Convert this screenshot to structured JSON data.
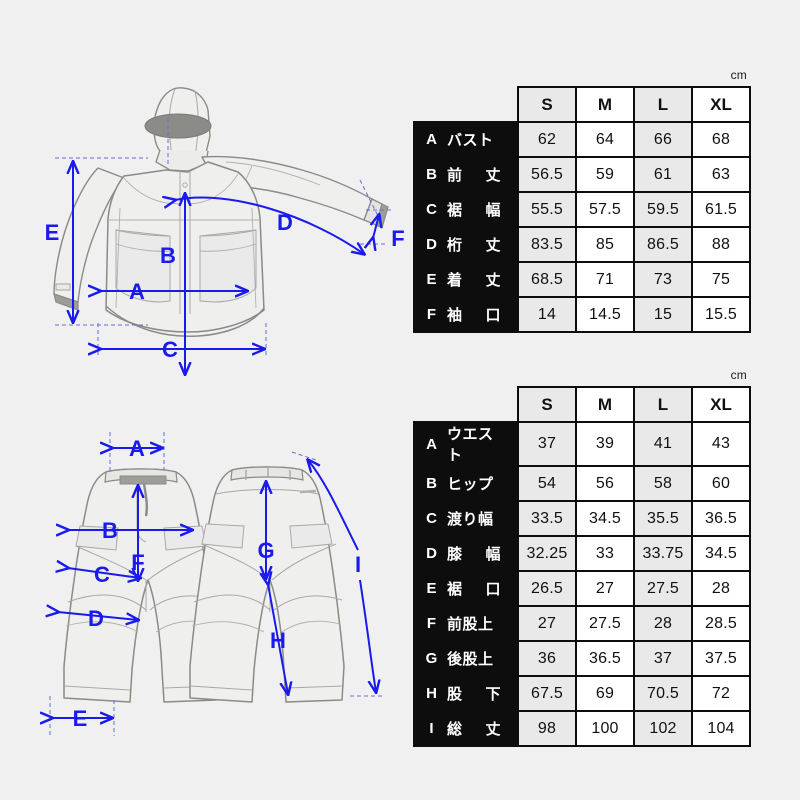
{
  "page": {
    "background_color": "#f0f0f0",
    "accent_color": "#1a1aee",
    "table_header_color": "#0d0d0d",
    "shade_color": "#e9e9e9"
  },
  "jacket": {
    "unit": "cm",
    "columns": [
      "S",
      "M",
      "L",
      "XL"
    ],
    "rows": [
      {
        "key": "A",
        "label": "バスト",
        "spread": false,
        "values": [
          "62",
          "64",
          "66",
          "68"
        ]
      },
      {
        "key": "B",
        "label": "前丈",
        "spread": true,
        "values": [
          "56.5",
          "59",
          "61",
          "63"
        ]
      },
      {
        "key": "C",
        "label": "裾幅",
        "spread": true,
        "values": [
          "55.5",
          "57.5",
          "59.5",
          "61.5"
        ]
      },
      {
        "key": "D",
        "label": "桁丈",
        "spread": true,
        "values": [
          "83.5",
          "85",
          "86.5",
          "88"
        ]
      },
      {
        "key": "E",
        "label": "着丈",
        "spread": true,
        "values": [
          "68.5",
          "71",
          "73",
          "75"
        ]
      },
      {
        "key": "F",
        "label": "袖口",
        "spread": true,
        "values": [
          "14",
          "14.5",
          "15",
          "15.5"
        ]
      }
    ],
    "diagram_markers": [
      "A",
      "B",
      "C",
      "D",
      "E",
      "F"
    ]
  },
  "pants": {
    "unit": "cm",
    "columns": [
      "S",
      "M",
      "L",
      "XL"
    ],
    "rows": [
      {
        "key": "A",
        "label": "ウエスト",
        "spread": false,
        "values": [
          "37",
          "39",
          "41",
          "43"
        ]
      },
      {
        "key": "B",
        "label": "ヒップ",
        "spread": false,
        "values": [
          "54",
          "56",
          "58",
          "60"
        ]
      },
      {
        "key": "C",
        "label": "渡り幅",
        "spread": false,
        "values": [
          "33.5",
          "34.5",
          "35.5",
          "36.5"
        ]
      },
      {
        "key": "D",
        "label": "膝幅",
        "spread": true,
        "values": [
          "32.25",
          "33",
          "33.75",
          "34.5"
        ]
      },
      {
        "key": "E",
        "label": "裾口",
        "spread": true,
        "values": [
          "26.5",
          "27",
          "27.5",
          "28"
        ]
      },
      {
        "key": "F",
        "label": "前股上",
        "spread": false,
        "values": [
          "27",
          "27.5",
          "28",
          "28.5"
        ]
      },
      {
        "key": "G",
        "label": "後股上",
        "spread": false,
        "values": [
          "36",
          "36.5",
          "37",
          "37.5"
        ]
      },
      {
        "key": "H",
        "label": "股下",
        "spread": true,
        "values": [
          "67.5",
          "69",
          "70.5",
          "72"
        ]
      },
      {
        "key": "I",
        "label": "総丈",
        "spread": true,
        "values": [
          "98",
          "100",
          "102",
          "104"
        ]
      }
    ],
    "diagram_markers": [
      "A",
      "B",
      "C",
      "D",
      "E",
      "F",
      "G",
      "H",
      "I"
    ]
  }
}
